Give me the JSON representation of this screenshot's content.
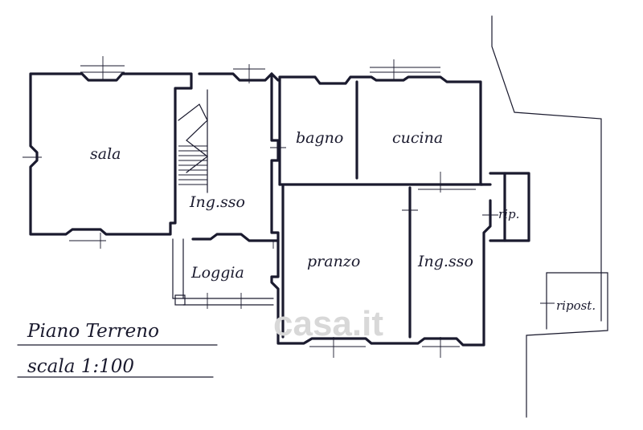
{
  "plan": {
    "title": "Piano Terreno",
    "scale": "scala 1:100",
    "watermark": "casa.it",
    "rooms": {
      "sala": "sala",
      "ingresso_left": "Ing.sso",
      "bagno": "bagno",
      "cucina": "cucina",
      "pranzo": "pranzo",
      "ingresso_right": "Ing.sso",
      "loggia": "Loggia",
      "rip": "rip.",
      "ripost": "ripost."
    }
  },
  "colors": {
    "ink": "#1a1a2e",
    "paper": "#ffffff"
  }
}
